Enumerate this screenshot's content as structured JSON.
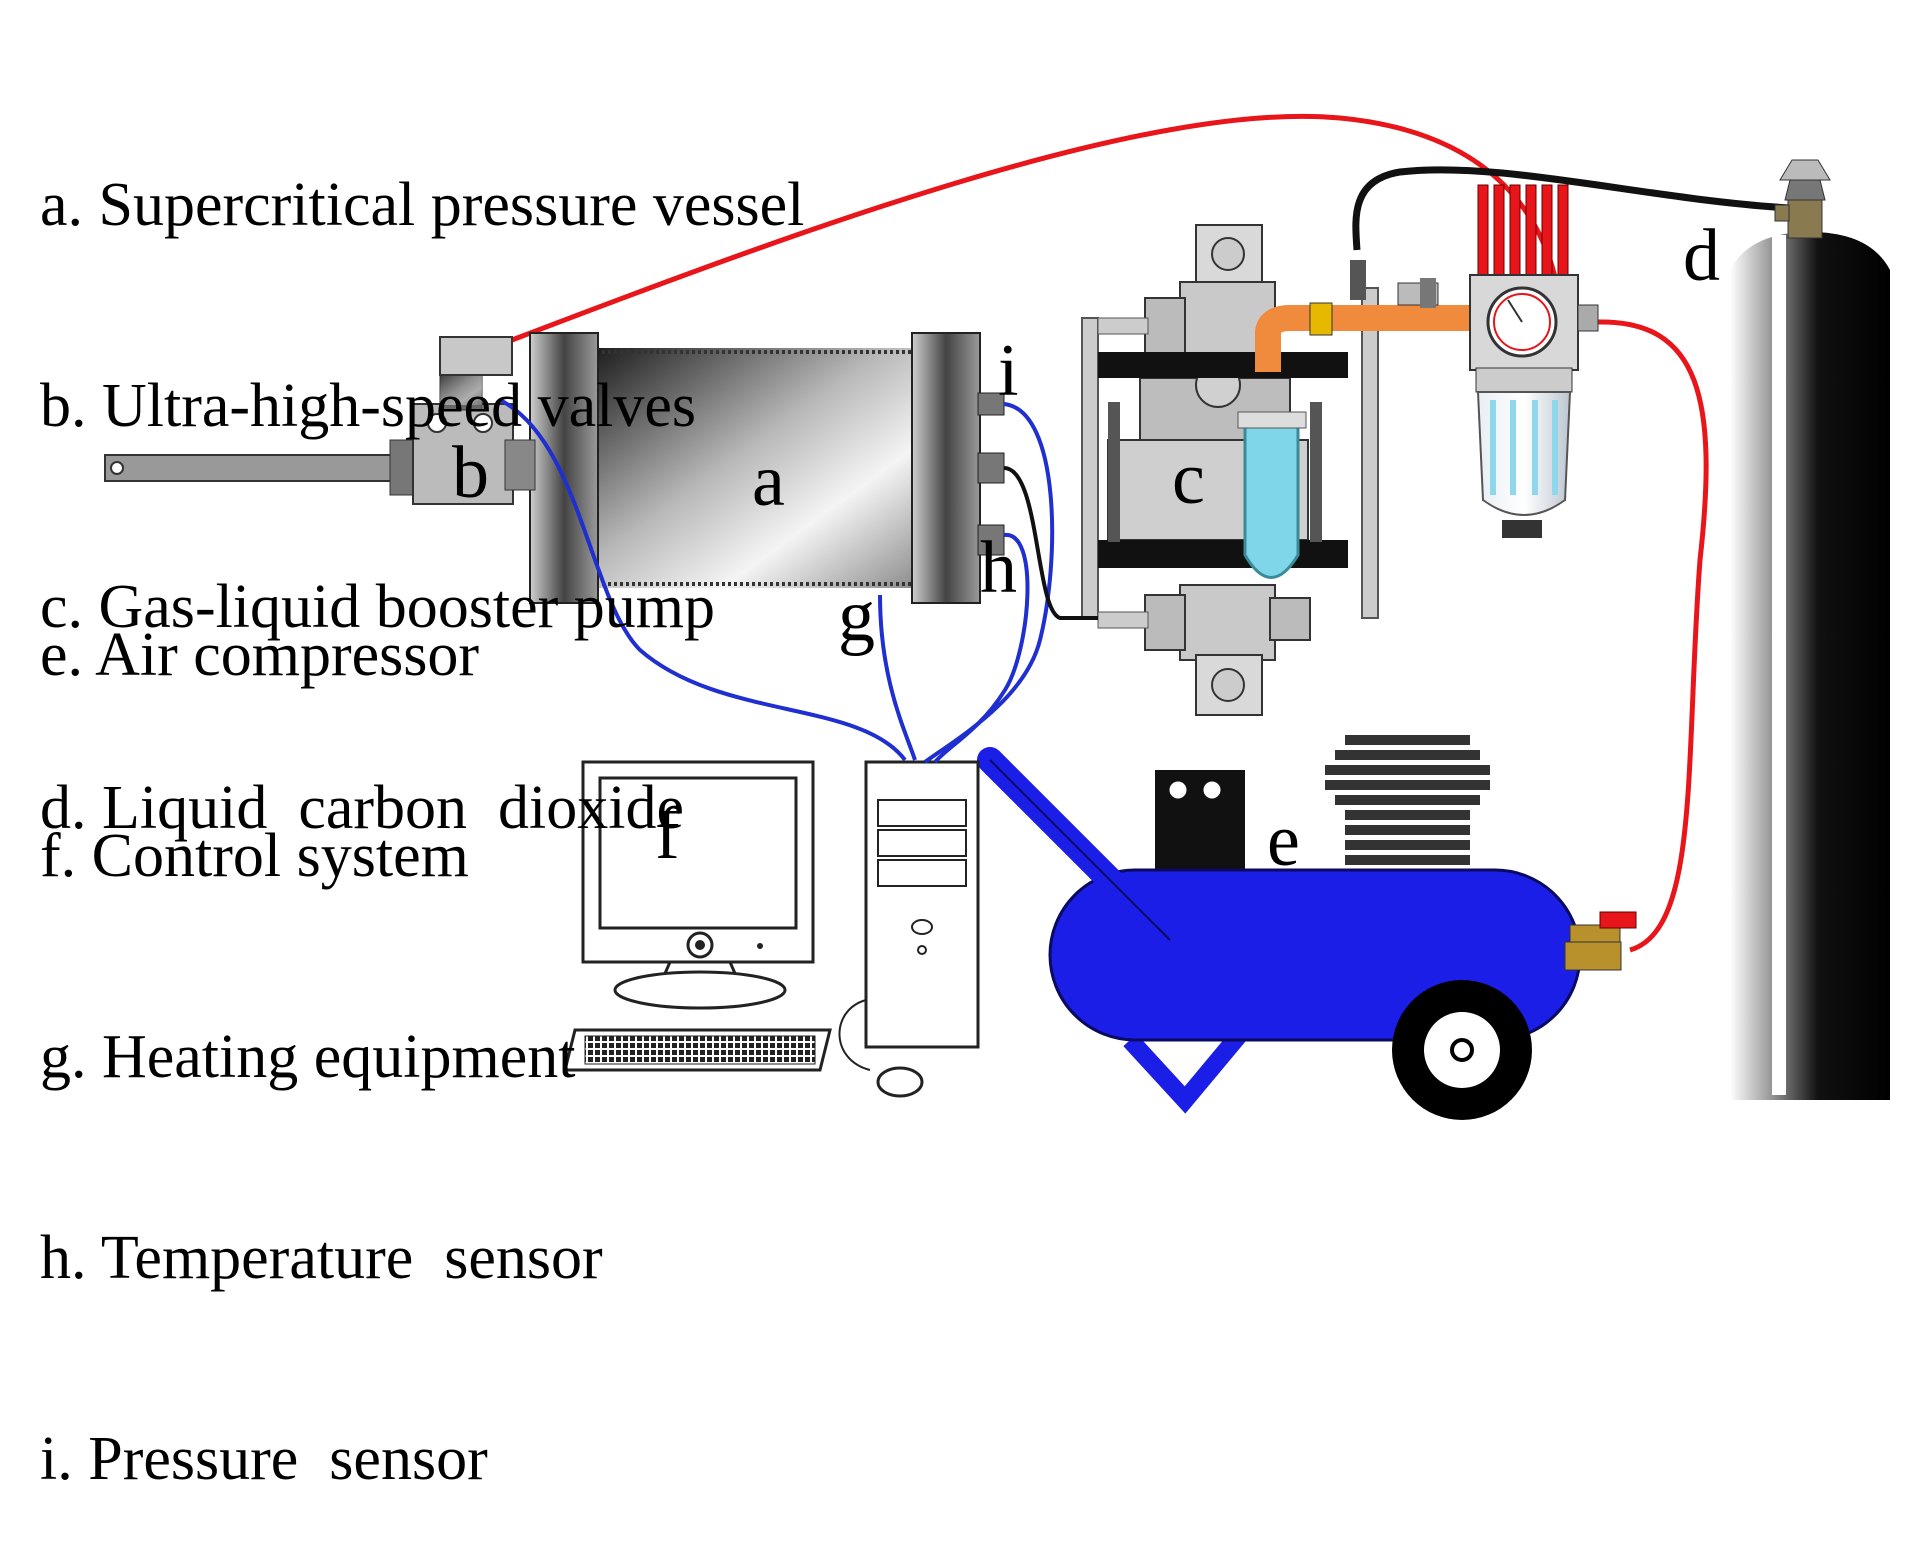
{
  "legend_top": [
    "a. Supercritical pressure vessel",
    "b. Ultra-high-speed valves",
    "c. Gas-liquid booster pump",
    "d. Liquid  carbon  dioxide"
  ],
  "legend_bottom": [
    "e. Air compressor",
    "f. Control system",
    "g. Heating equipment",
    "h. Temperature  sensor",
    "i. Pressure  sensor"
  ],
  "tags": {
    "a": "a",
    "b": "b",
    "c": "c",
    "d": "d",
    "e": "e",
    "f": "f",
    "g": "g",
    "h": "h",
    "i": "i"
  },
  "colors": {
    "gas_line": "#e8151a",
    "signal_line": "#1f2fd0",
    "co2_line": "#111111",
    "compressor": "#1a1ee6",
    "booster_pipe": "#f08a3c",
    "reservoir": "#7fd6e8"
  }
}
